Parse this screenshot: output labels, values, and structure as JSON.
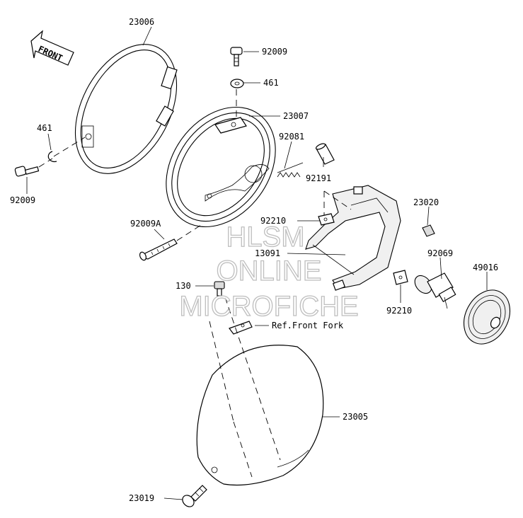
{
  "direction_marker": {
    "text": "FRONT"
  },
  "parts": [
    {
      "key": "p23006",
      "number": "23006"
    },
    {
      "key": "p92009_top",
      "number": "92009"
    },
    {
      "key": "p461_top",
      "number": "461"
    },
    {
      "key": "p23007",
      "number": "23007"
    },
    {
      "key": "p461_left",
      "number": "461"
    },
    {
      "key": "p92081",
      "number": "92081"
    },
    {
      "key": "p92009_left",
      "number": "92009"
    },
    {
      "key": "p92191",
      "number": "92191"
    },
    {
      "key": "p23020",
      "number": "23020"
    },
    {
      "key": "p92009A",
      "number": "92009A"
    },
    {
      "key": "p92210_top",
      "number": "92210"
    },
    {
      "key": "p13091",
      "number": "13091"
    },
    {
      "key": "p92069",
      "number": "92069"
    },
    {
      "key": "p49016",
      "number": "49016"
    },
    {
      "key": "p130",
      "number": "130"
    },
    {
      "key": "p92210_bottom",
      "number": "92210"
    },
    {
      "key": "p23005",
      "number": "23005"
    },
    {
      "key": "p23019",
      "number": "23019"
    }
  ],
  "reference_note": "Ref.Front Fork",
  "watermark": [
    "HLSM",
    "ONLINE",
    "MICROFICHE"
  ]
}
